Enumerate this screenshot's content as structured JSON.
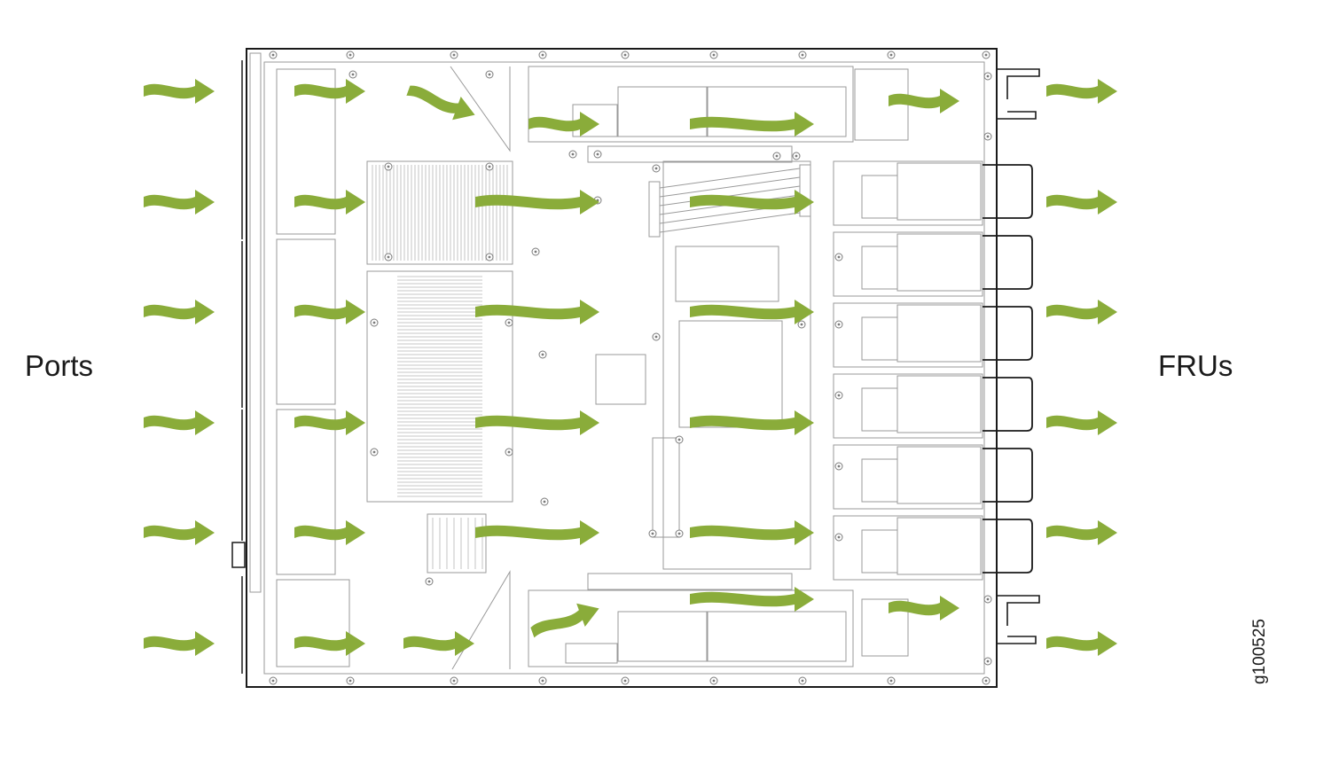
{
  "labels": {
    "intake_side": "Ports",
    "exhaust_side": "FRUs",
    "figure_id": "g100525"
  },
  "colors": {
    "airflow_arrow": "#8aac3a",
    "chassis_outline": "#1a1a1a",
    "component_line": "#9a9a9a"
  },
  "icons": {
    "airflow": "airflow-arrow-icon",
    "screw": "screw-icon"
  },
  "airflow": {
    "direction": "left-to-right",
    "rows": 6,
    "columns": 8
  }
}
